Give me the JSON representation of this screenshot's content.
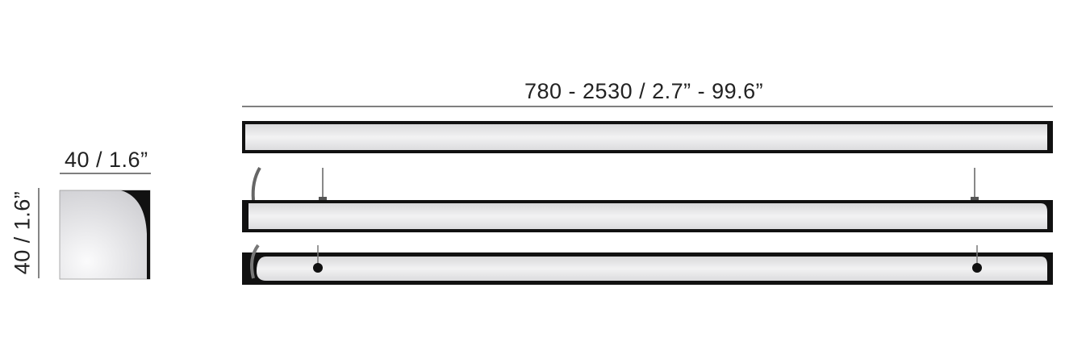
{
  "dimensions": {
    "length": "780 - 2530 / 2.7” - 99.6”",
    "width": "40 / 1.6”",
    "height": "40 / 1.6”"
  },
  "colors": {
    "housing": "#111111",
    "diffuser": "#e6e6e8",
    "line": "#333333"
  }
}
